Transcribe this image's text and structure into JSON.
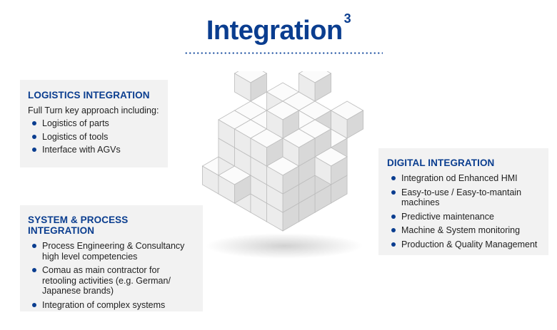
{
  "title": {
    "text": "Integration",
    "superscript": "3",
    "color": "#0a3d8f"
  },
  "logistics": {
    "heading": "LOGISTICS INTEGRATION",
    "intro": "Full Turn key approach including:",
    "items": [
      "Logistics of parts",
      "Logistics of tools",
      "Interface with AGVs"
    ]
  },
  "system": {
    "heading": "SYSTEM & PROCESS INTEGRATION",
    "items": [
      "Process Engineering & Consultancy high level competencies",
      "Comau as main contractor for retooling activities (e.g. German/ Japanese brands)",
      "Integration of complex systems"
    ]
  },
  "digital": {
    "heading": "DIGITAL INTEGRATION",
    "items": [
      "Integration od Enhanced HMI",
      "Easy-to-use / Easy-to-mantain machines",
      "Predictive maintenance",
      "Machine & System monitoring",
      "Production & Quality Management"
    ]
  },
  "colors": {
    "accent": "#0a3d8f",
    "panel_bg": "#f2f2f2"
  },
  "image": {
    "icon": "cube-blocks-icon"
  }
}
